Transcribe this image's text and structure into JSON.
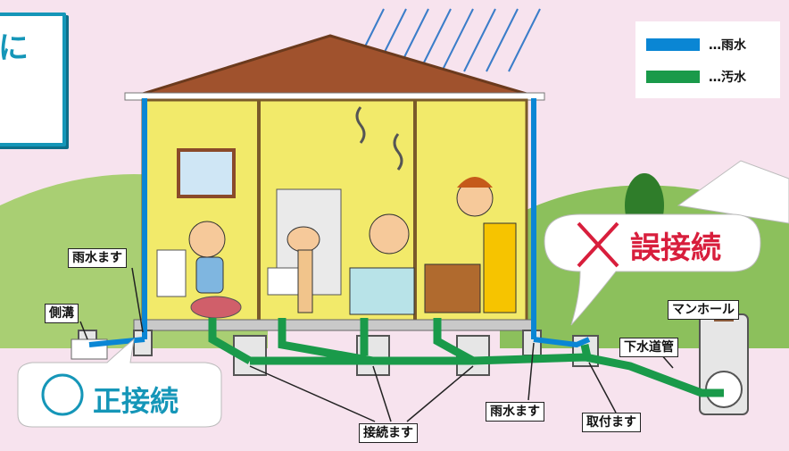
{
  "title_fragment": "に",
  "legend": {
    "rain": {
      "label": "…雨水",
      "color": "#0a86d4"
    },
    "sewage": {
      "label": "…汚水",
      "color": "#1a9a4a"
    }
  },
  "callouts": {
    "correct": "正接続",
    "wrong": "誤接続"
  },
  "labels": {
    "rain_inlet_left": "雨水ます",
    "gutter": "側溝",
    "manhole": "マンホール",
    "sewer_pipe": "下水道管",
    "rain_inlet_right": "雨水ます",
    "attachment_inlet": "取付ます",
    "connection_inlet": "接続ます"
  },
  "colors": {
    "rain_pipe": "#0a86d4",
    "sewage_pipe": "#1a9a4a",
    "title_accent": "#1596b8",
    "wrong_mark": "#d81e3c"
  }
}
